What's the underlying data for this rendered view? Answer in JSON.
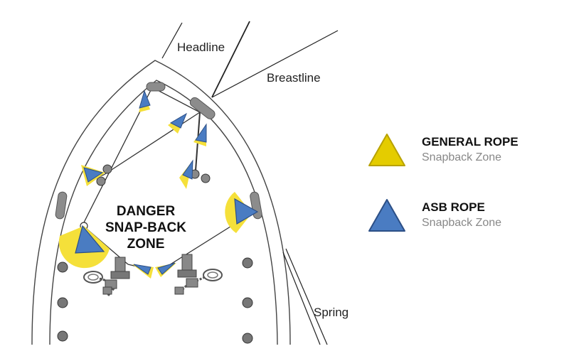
{
  "lines": {
    "headline": "Headline",
    "breastline": "Breastline",
    "spring": "Spring"
  },
  "zone": {
    "line1": "DANGER",
    "line2": "SNAP-BACK",
    "line3": "ZONE"
  },
  "legend": [
    {
      "title": "GENERAL ROPE",
      "subtitle": "Snapback Zone",
      "color": "#e4cc00",
      "stroke": "#b8a200"
    },
    {
      "title": "ASB ROPE",
      "subtitle": "Snapback Zone",
      "color": "#4a7cc2",
      "stroke": "#2c4f86"
    }
  ],
  "colors": {
    "general_zone": "#f5e03a",
    "asb_zone": "#4a7cc2",
    "fitting": "#8c8c8c",
    "hull": "#444444"
  }
}
